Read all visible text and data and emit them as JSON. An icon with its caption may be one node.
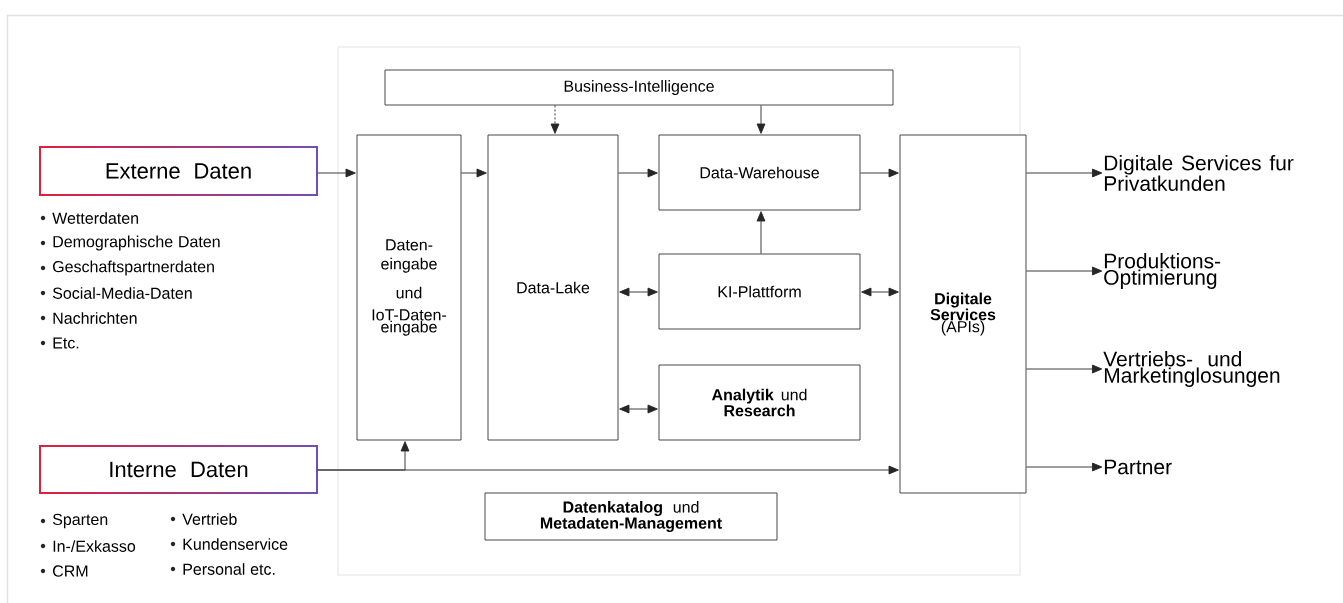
{
  "diagram": {
    "nodes": [
      {
        "text": [
          "Externe Daten"
        ],
        "beside": [
          "Wetterdaten",
          "Demographische Daten",
          "Geschaftspartnerdaten",
          "Social-Media-Daten",
          "Nachrichten",
          "Etc."
        ]
      },
      {
        "text": [
          "Interne Daten"
        ],
        "beside": [
          "Sparten",
          "In-/Exkasso",
          "CRM",
          "Vertrieb",
          "Kundenservice",
          "Personal etc."
        ]
      },
      {
        "text": [
          "Business-Intelligence"
        ]
      },
      {
        "text": [
          "Daten- eingabe",
          "und",
          "IoT-Daten- eingabe"
        ]
      },
      {
        "text": [
          "Data-Lake"
        ]
      },
      {
        "text": [
          "Data-Warehouse"
        ]
      },
      {
        "text": [
          "KI-Plattform"
        ]
      },
      {
        "text": [
          "**Analytik** und **Research**"
        ]
      },
      {
        "text": [
          "**Digitale Services** (APIs)"
        ]
      },
      {
        "text": [
          "Digitale Services fur Privatkunden"
        ]
      },
      {
        "text": [
          "Produktions- Optimierung"
        ]
      },
      {
        "text": [
          "Vertriebs- und Marketinglosungen"
        ]
      },
      {
        "text": [
          "Partner"
        ]
      },
      {
        "text": [
          "**Datenkatalog** und **Metadaten-Management**"
        ]
      }
    ],
    "edges": [
      {
        "from": 0,
        "to": 3,
        "arrow": "to"
      },
      {
        "from": 3,
        "to": 4,
        "arrow": "to"
      },
      {
        "from": 2,
        "to": 4,
        "arrow": "to",
        "style": "dashed"
      },
      {
        "from": 2,
        "to": 5,
        "arrow": "to"
      },
      {
        "from": 4,
        "to": 5,
        "arrow": "to"
      },
      {
        "from": 6,
        "to": 5,
        "arrow": "to"
      },
      {
        "from": 4,
        "to": 6,
        "arrow": "both"
      },
      {
        "from": 4,
        "to": 7,
        "arrow": "both"
      },
      {
        "from": 6,
        "to": 8,
        "arrow": "both"
      },
      {
        "from": 5,
        "to": 8,
        "arrow": "to"
      },
      {
        "from": 1,
        "to": 3,
        "arrow": "to"
      },
      {
        "from": 1,
        "to": 8,
        "arrow": "to"
      },
      {
        "from": 8,
        "to": 9,
        "arrow": "to"
      },
      {
        "from": 8,
        "to": 10,
        "arrow": "to"
      },
      {
        "from": 8,
        "to": 11,
        "arrow": "to"
      },
      {
        "from": 8,
        "to": 12,
        "arrow": "to"
      }
    ]
  }
}
